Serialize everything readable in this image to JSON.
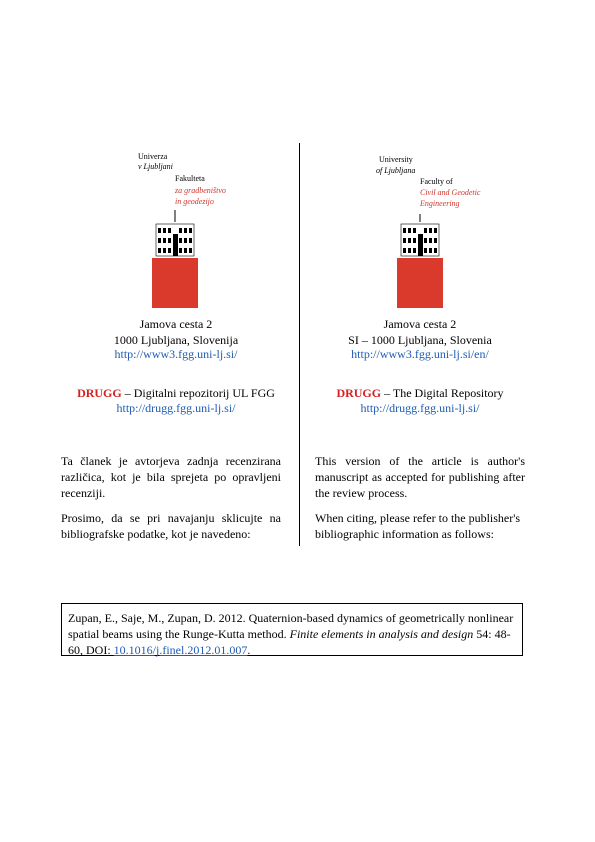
{
  "left": {
    "logo": {
      "line1": "Univerza",
      "line2": "v Ljubljani",
      "line3": "Fakulteta",
      "line4": "za gradbeništvo",
      "line5": "in geodezijo"
    },
    "address_line1": "Jamova cesta 2",
    "address_line2": "1000 Ljubljana, Slovenija",
    "address_url": "http://www3.fgg.uni-lj.si/",
    "drugg_name": "DRUGG",
    "drugg_text": " – Digitalni repozitorij UL FGG",
    "drugg_url": "http://drugg.fgg.uni-lj.si/",
    "para1": "Ta članek je avtorjeva zadnja recenzirana različica, kot je bila sprejeta po opravljeni recenziji.",
    "para2": "Prosimo, da se pri navajanju sklicujte na bibliografske podatke, kot je navedeno:"
  },
  "right": {
    "logo": {
      "line1": "University",
      "line2": "of Ljubljana",
      "line3": "Faculty of",
      "line4": "Civil and Geodetic",
      "line5": "Engineering"
    },
    "address_line1": "Jamova cesta 2",
    "address_line2": "SI – 1000 Ljubljana, Slovenia",
    "address_url": "http://www3.fgg.uni-lj.si/en/",
    "drugg_name": "DRUGG",
    "drugg_text": " – The Digital Repository",
    "drugg_url": "http://drugg.fgg.uni-lj.si/",
    "para1": "This version of the article is author's manuscript as accepted for publishing after the review process.",
    "para2": "When citing, please refer to the publisher's bibliographic information as follows:"
  },
  "citation": {
    "authors_text": "Zupan, E., Saje, M., Zupan, D. 2012. Quaternion-based dynamics of geometrically nonlinear spatial beams using the Runge-Kutta method. ",
    "journal": "Finite elements in analysis and design",
    "pages": " 54: 48-60, DOI: ",
    "doi": "10.1016/j.finel.2012.01.007",
    "end": "."
  },
  "colors": {
    "red": "#d93a2b",
    "link": "#1f5bb5"
  }
}
